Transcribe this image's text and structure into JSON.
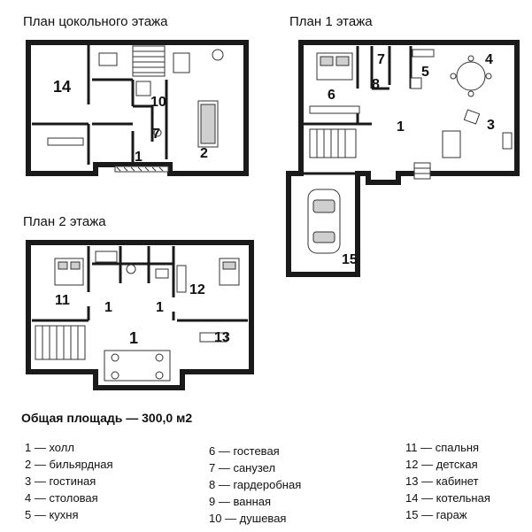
{
  "titles": {
    "basement": "План цокольного этажа",
    "floor1": "План 1 этажа",
    "floor2": "План 2 этажа"
  },
  "room_numbers": {
    "basement": [
      "14",
      "10",
      "7",
      "1",
      "2"
    ],
    "floor1": [
      "7",
      "5",
      "4",
      "6",
      "8",
      "1",
      "3",
      "15"
    ],
    "floor2": [
      "11",
      "12",
      "1",
      "1",
      "1",
      "13"
    ]
  },
  "total_area": "Общая площадь — 300,0 м2",
  "legend": [
    [
      "1 — холл",
      "2 — бильярдная",
      "3 — гостиная",
      "4 — столовая",
      "5 — кухня"
    ],
    [
      "6 — гостевая",
      "7 — санузел",
      "8 — гардеробная",
      "9 — ванная",
      "10 — душевая"
    ],
    [
      "11 — спальня",
      "12 — детская",
      "13 — кабинет",
      "14 — котельная",
      "15 — гараж"
    ]
  ]
}
